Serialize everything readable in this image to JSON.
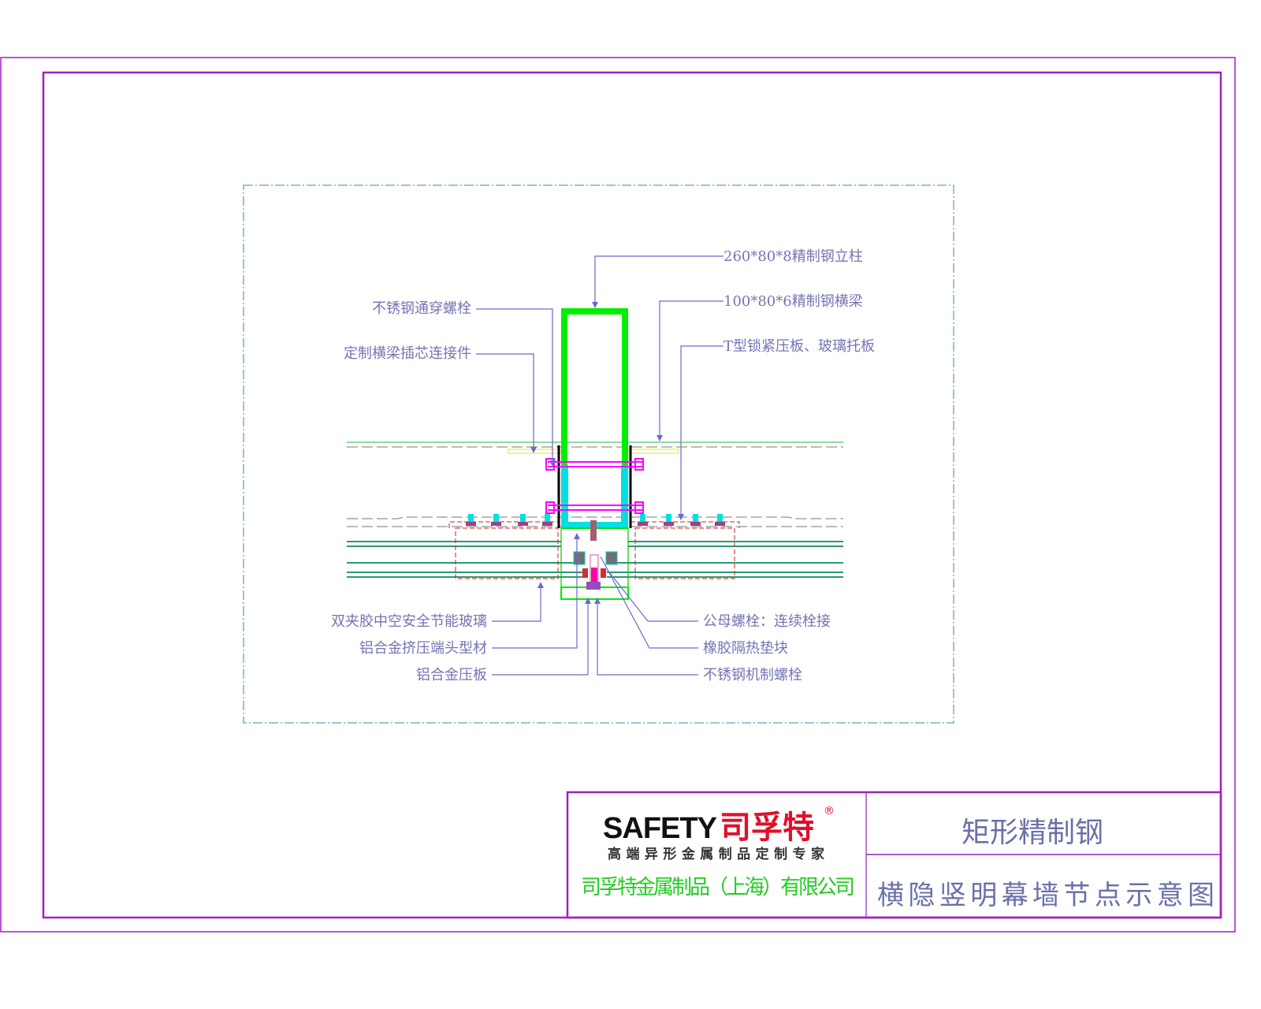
{
  "drawing": {
    "labels_left": [
      {
        "text": "不锈钢通穿螺栓"
      },
      {
        "text": "定制横梁插芯连接件"
      },
      {
        "text": "双夹胶中空安全节能玻璃"
      },
      {
        "text": "铝合金挤压端头型材"
      },
      {
        "text": "铝合金压板"
      }
    ],
    "labels_right": [
      {
        "text": "260*80*8精制钢立柱"
      },
      {
        "text": "100*80*6精制钢横梁"
      },
      {
        "text": "T型锁紧压板、玻璃托板"
      },
      {
        "text": "公母螺栓：连续栓接"
      },
      {
        "text": "橡胶隔热垫块"
      },
      {
        "text": "不锈钢机制螺栓"
      }
    ]
  },
  "title_block": {
    "logo_text": "SAFETY",
    "logo_cn": "司孚特",
    "logo_mark": "®",
    "tagline": "高端异形金属制品定制专家",
    "company": "司孚特金属制品（上海）有限公司",
    "title_main": "矩形精制钢",
    "title_sub": "横隐竖明幕墙节点示意图"
  },
  "colors": {
    "border": "#a020c0",
    "column": "#00ee00",
    "cyan": "#00e0e0",
    "bolt": "#ff00ff",
    "leader": "#6a6acc",
    "logo_red": "#e0102a",
    "company_green": "#22cc22"
  }
}
